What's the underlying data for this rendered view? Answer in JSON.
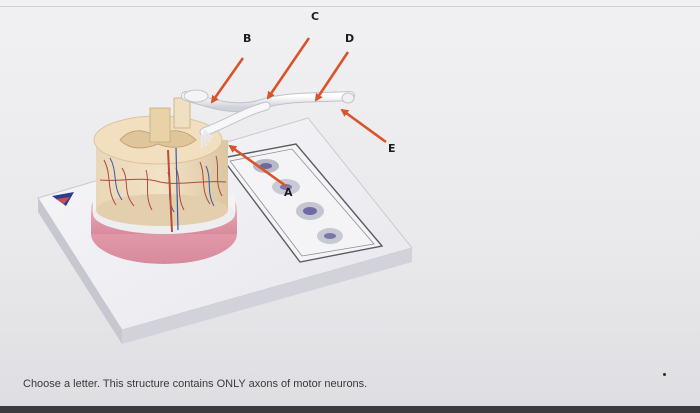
{
  "question": {
    "prompt": "Choose a letter. This structure contains ONLY axons of motor neurons."
  },
  "figure": {
    "labels": [
      "A",
      "B",
      "C",
      "D",
      "E"
    ],
    "arrow_color": "#d9532b"
  }
}
